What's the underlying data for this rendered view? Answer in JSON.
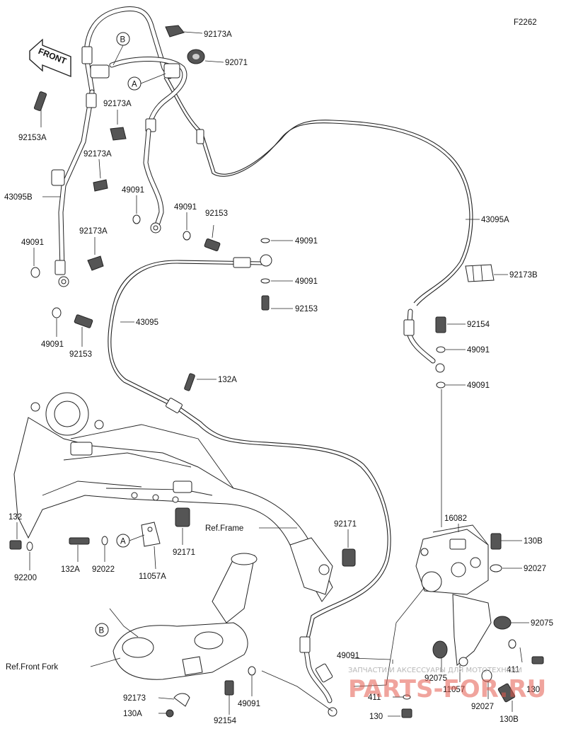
{
  "diagram_code": "F2262",
  "front_arrow": "FRONT",
  "callouts": {
    "a": "A",
    "b": "B"
  },
  "labels": {
    "p92173A_top": "92173A",
    "p92071": "92071",
    "p92153A": "92153A",
    "p92173A_2": "92173A",
    "p92173A_3": "92173A",
    "p43095B": "43095B",
    "p49091_a": "49091",
    "p49091_b": "49091",
    "p92153_a": "92153",
    "p92173A_4": "92173A",
    "p49091_c": "49091",
    "p49091_d": "49091",
    "p92153_b": "92153",
    "p43095A": "43095A",
    "p92173B": "92173B",
    "p49091_e": "49091",
    "p49091_f": "49091",
    "p92153_c": "92153",
    "p43095": "43095",
    "p92154_a": "92154",
    "p49091_g": "49091",
    "p49091_h": "49091",
    "p132A_a": "132A",
    "p132": "132",
    "p92200": "92200",
    "p132A_b": "132A",
    "p92022": "92022",
    "p11057A": "11057A",
    "p92171_a": "92171",
    "p92171_b": "92171",
    "ref_frame": "Ref.Frame",
    "p16082": "16082",
    "p130B_a": "130B",
    "p92027_a": "92027",
    "p92075_a": "92075",
    "ref_front_fork": "Ref.Front Fork",
    "p49091_i": "49091",
    "p411_a": "411",
    "p92075_b": "92075",
    "p411_b": "411",
    "p130_a": "130",
    "p11057": "11057",
    "p92027_b": "92027",
    "p130B_b": "130B",
    "p130_b": "130",
    "p92173": "92173",
    "p130A": "130A",
    "p92154_b": "92154",
    "p49091_j": "49091"
  },
  "watermark": {
    "line1": "ЗАПЧАСТИ И АКСЕССУАРЫ ДЛЯ МОТОТЕХНИКИ",
    "line2": "PARTS-FOR.RU"
  }
}
